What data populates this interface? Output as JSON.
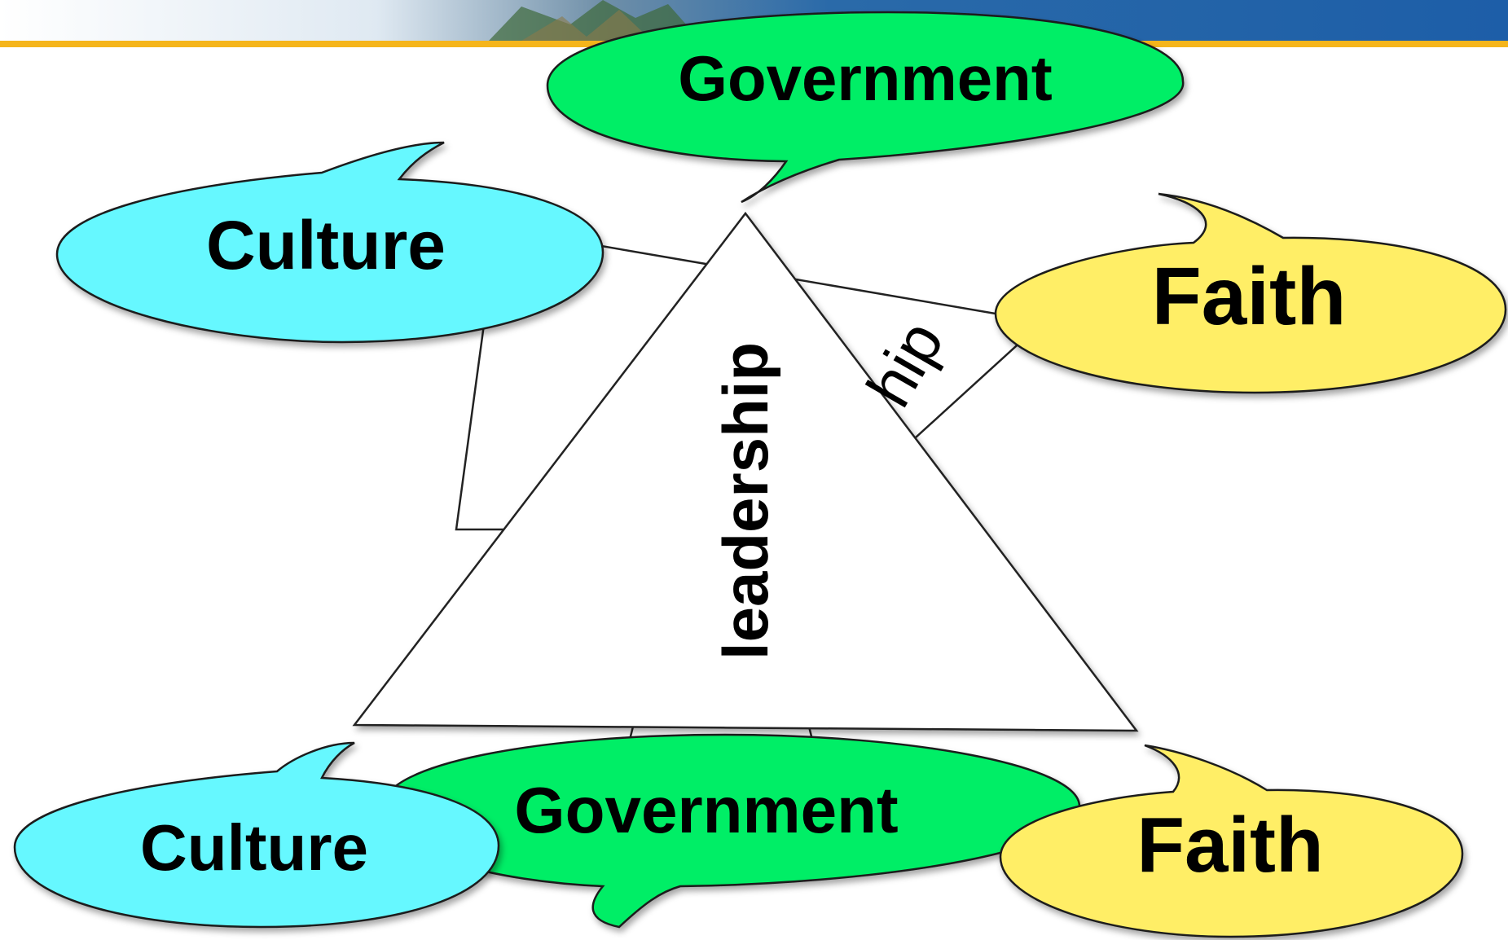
{
  "slide": {
    "header": {
      "rule_color": "#f5b51b",
      "banner_blue": "#1d5ea8"
    },
    "bubbles": {
      "government_top": {
        "label": "Government",
        "color": "#00ee66"
      },
      "culture_top": {
        "label": "Culture",
        "color": "#66f8ff"
      },
      "faith_top": {
        "label": "Faith",
        "color": "#ffee66"
      },
      "government_bottom": {
        "label": "Government",
        "color": "#00ee66"
      },
      "culture_bottom": {
        "label": "Culture",
        "color": "#66f8ff"
      },
      "faith_bottom": {
        "label": "Faith",
        "color": "#ffee66"
      }
    },
    "triangles": {
      "front_label": "leadership",
      "back_label_fragment": "hip"
    }
  }
}
